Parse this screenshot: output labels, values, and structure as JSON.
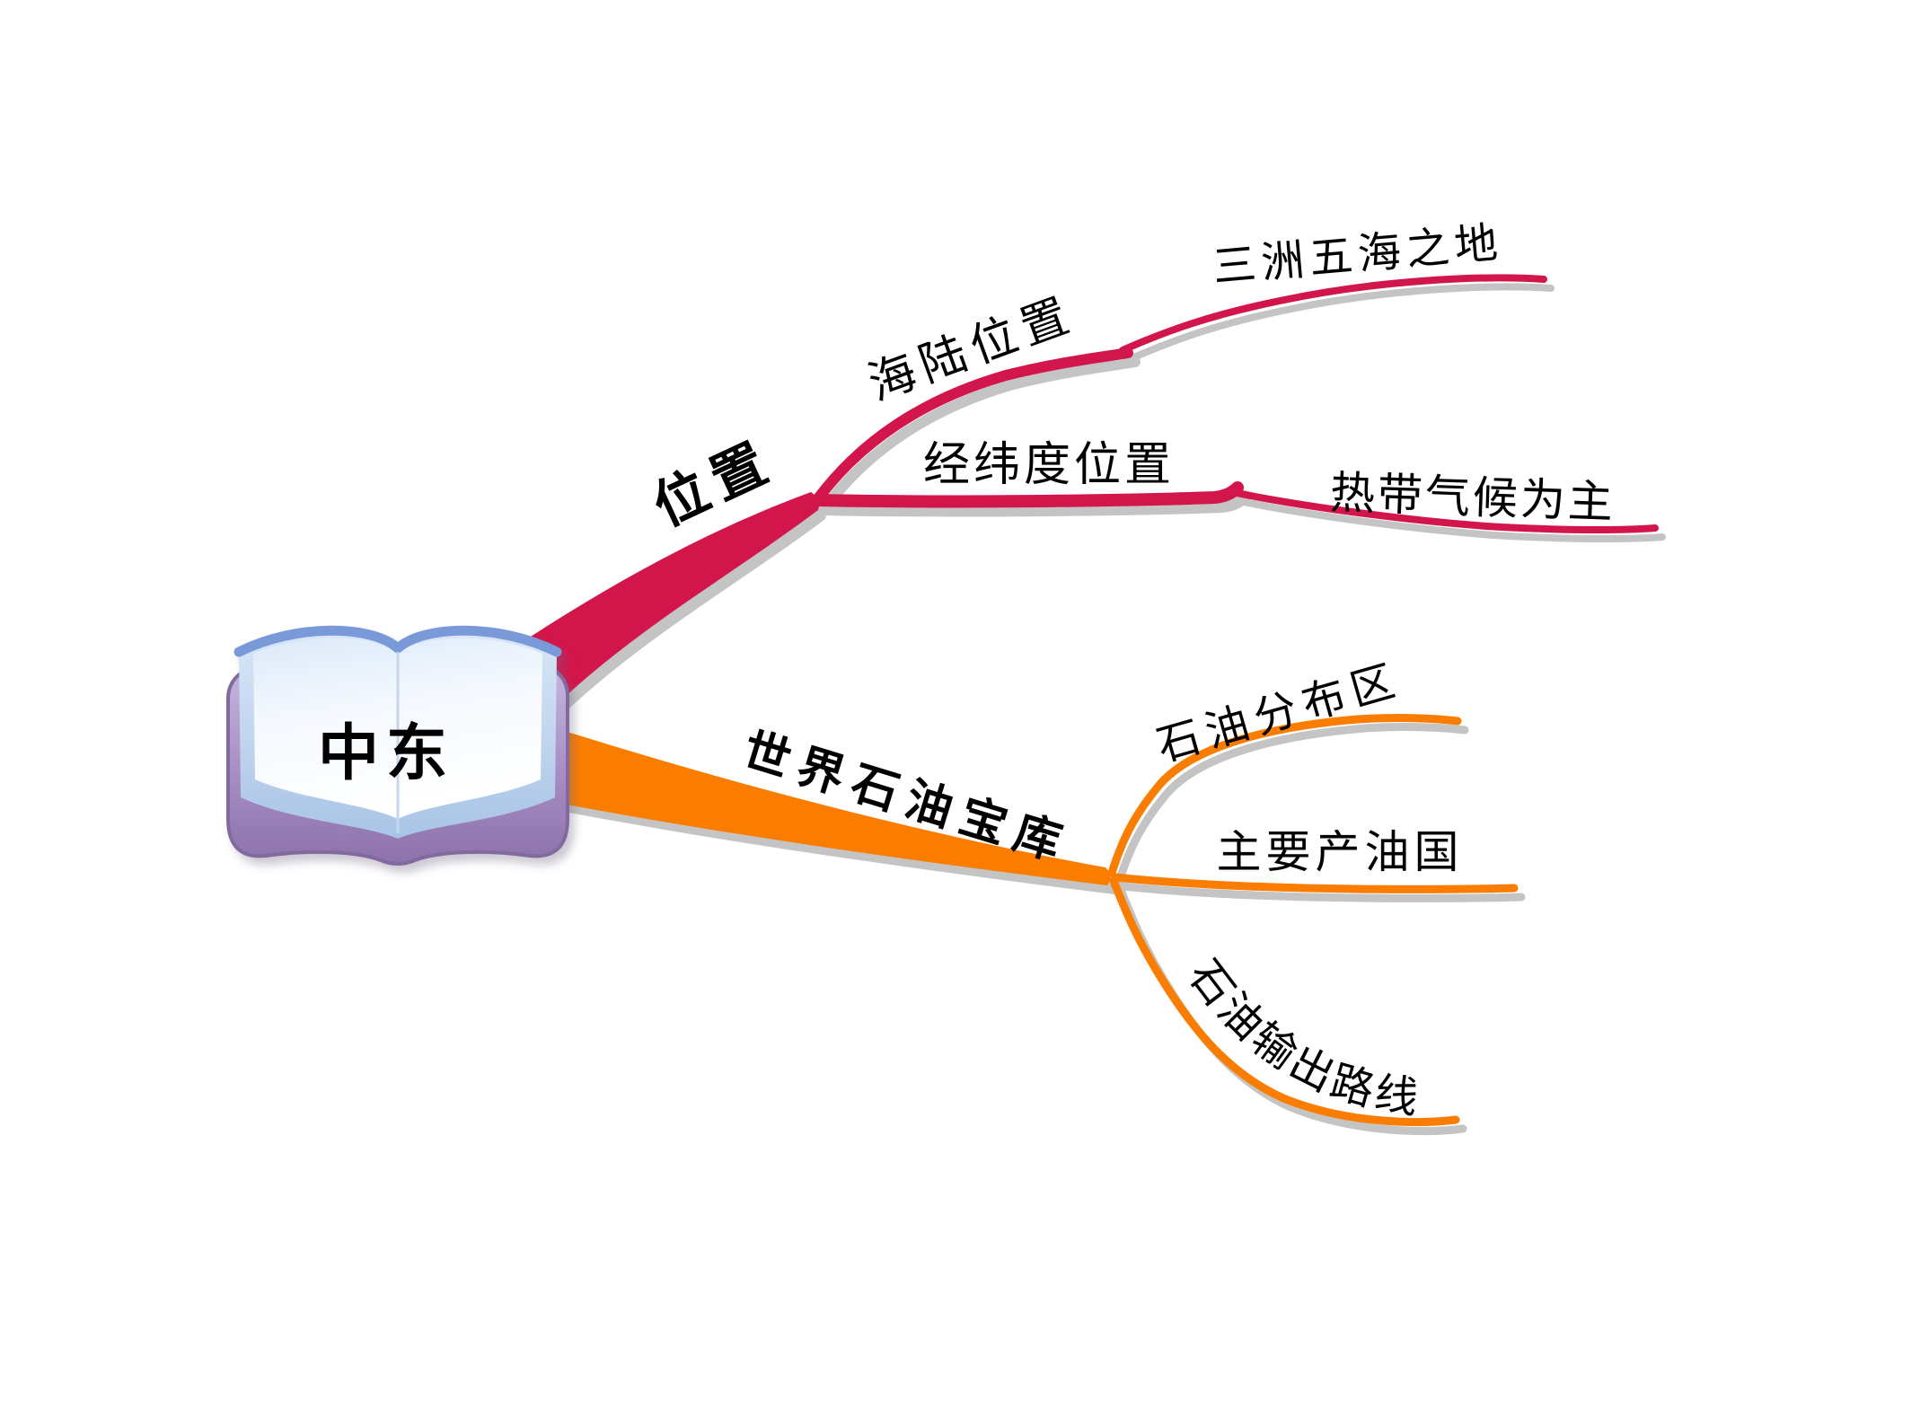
{
  "canvas": {
    "background": "#FFFFFF"
  },
  "colors": {
    "branch_position": "#D2164B",
    "branch_oil": "#FB7D00",
    "shadow": "#C4C4C4",
    "label_text": "#000000",
    "book_cover_purple": "#9B80B8",
    "book_page_blue": "#BBD2EC",
    "book_rim_blue": "#7A99D8"
  },
  "central": {
    "label": "中东",
    "icon": "open-book"
  },
  "branches": [
    {
      "label": "位置",
      "color": "#D2164B",
      "children": [
        {
          "label": "海陆位置",
          "children": [
            {
              "label": "三洲五海之地"
            }
          ]
        },
        {
          "label": "经纬度位置",
          "children": [
            {
              "label": "热带气候为主"
            }
          ]
        }
      ]
    },
    {
      "label": "世界石油宝库",
      "color": "#FB7D00",
      "children": [
        {
          "label": "石油分布区"
        },
        {
          "label": "主要产油国"
        },
        {
          "label": "石油输出路线"
        }
      ]
    }
  ]
}
